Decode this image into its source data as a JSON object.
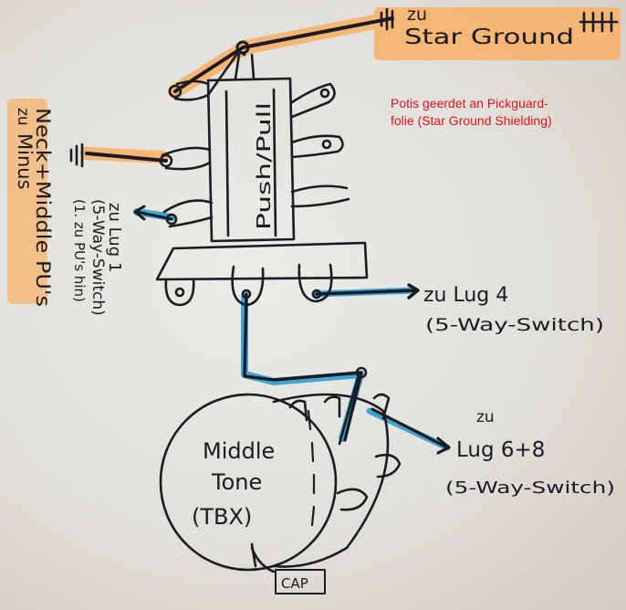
{
  "note": {
    "line1": "Potis geerdet an Pickguard-",
    "line2": "folie (Star Ground Shielding)"
  },
  "labels": {
    "star_ground": {
      "line1": "zu",
      "line2": "Star Ground"
    },
    "minus": {
      "line1": "zu",
      "line2": "Minus",
      "line3": "Neck+Middle PU's"
    },
    "lug1": {
      "line1": "zu Lug 1",
      "line2": "(5-Way-Switch)",
      "line3": "(1. zu PU's hin)"
    },
    "lug4": {
      "line1": "zu Lug 4",
      "line2": "(5-Way-Switch)"
    },
    "lug68": {
      "line1": "zu",
      "line2": "Lug 6+8",
      "line3": "(5-Way-Switch)"
    },
    "push_pull": "Push/Pull",
    "pot": {
      "line1": "Middle",
      "line2": "Tone",
      "line3": "(TBX)"
    },
    "cap": "CAP"
  },
  "colors": {
    "highlight_orange": "#f7b36a",
    "highlight_blue": "#2a9fd0",
    "ink": "#1c1a22",
    "note_red": "#e0121b"
  }
}
